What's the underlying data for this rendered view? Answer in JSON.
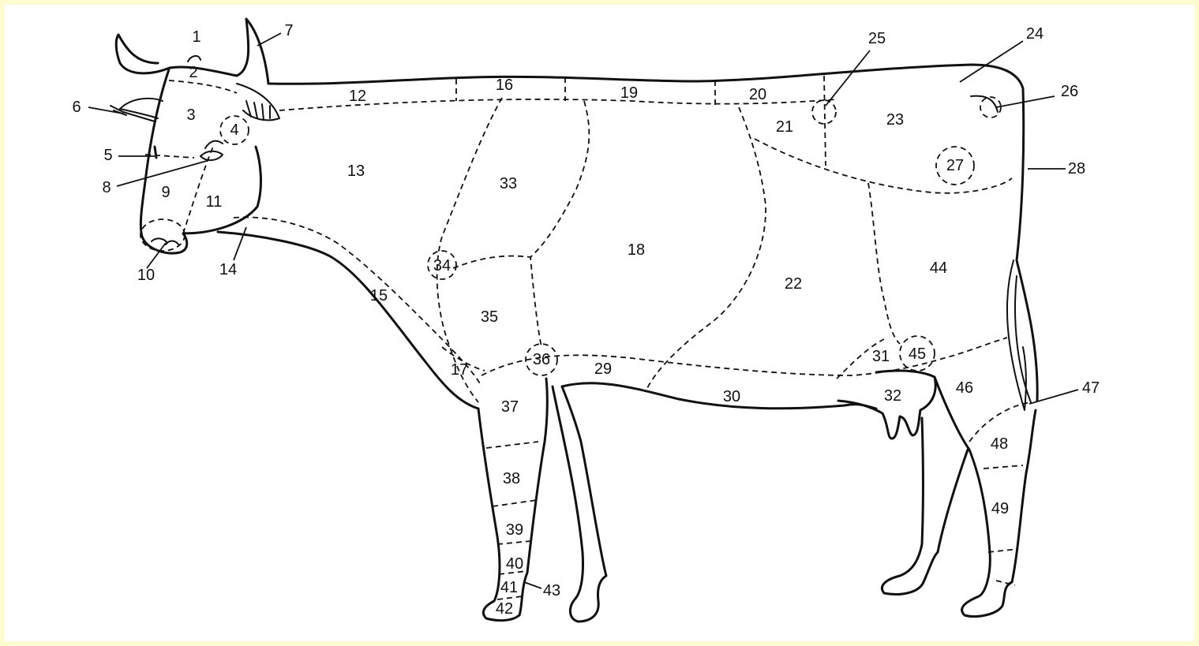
{
  "labels": {
    "n1": "1",
    "n2": "2",
    "n3": "3",
    "n4": "4",
    "n5": "5",
    "n6": "6",
    "n7": "7",
    "n8": "8",
    "n9": "9",
    "n10": "10",
    "n11": "11",
    "n12": "12",
    "n13": "13",
    "n14": "14",
    "n15": "15",
    "n16": "16",
    "n17": "17",
    "n18": "18",
    "n19": "19",
    "n20": "20",
    "n21": "21",
    "n22": "22",
    "n23": "23",
    "n24": "24",
    "n25": "25",
    "n26": "26",
    "n27": "27",
    "n28": "28",
    "n29": "29",
    "n30": "30",
    "n31": "31",
    "n32": "32",
    "n33": "33",
    "n34": "34",
    "n35": "35",
    "n36": "36",
    "n37": "37",
    "n38": "38",
    "n39": "39",
    "n40": "40",
    "n41": "41",
    "n42": "42",
    "n43": "43",
    "n44": "44",
    "n45": "45",
    "n46": "46",
    "n47": "47",
    "n48": "48",
    "n49": "49"
  }
}
